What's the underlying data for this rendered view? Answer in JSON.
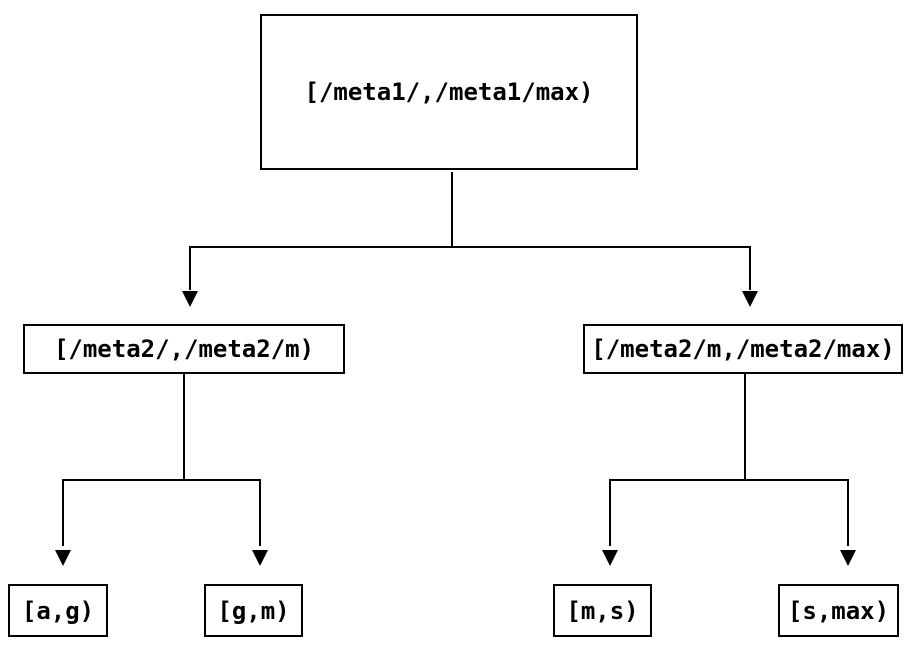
{
  "diagram": {
    "type": "tree",
    "colors": {
      "background": "#ffffff",
      "line": "#000000",
      "text": "#000000",
      "node_border": "#000000",
      "node_fill": "#ffffff"
    },
    "nodes": {
      "root": {
        "label": "[/meta1/,/meta1/max)"
      },
      "l2_left": {
        "label": "[/meta2/,/meta2/m)"
      },
      "l2_right": {
        "label": "[/meta2/m,/meta2/max)"
      },
      "leaf_ag": {
        "label": "[a,g)"
      },
      "leaf_gm": {
        "label": "[g,m)"
      },
      "leaf_ms": {
        "label": "[m,s)"
      },
      "leaf_smax": {
        "label": "[s,max)"
      }
    },
    "edges": [
      {
        "from": "root",
        "to": "l2_left",
        "arrow": "down"
      },
      {
        "from": "root",
        "to": "l2_right",
        "arrow": "down"
      },
      {
        "from": "l2_left",
        "to": "leaf_ag",
        "arrow": "down"
      },
      {
        "from": "l2_left",
        "to": "leaf_gm",
        "arrow": "down"
      },
      {
        "from": "l2_right",
        "to": "leaf_ms",
        "arrow": "down"
      },
      {
        "from": "l2_right",
        "to": "leaf_smax",
        "arrow": "down"
      }
    ]
  }
}
